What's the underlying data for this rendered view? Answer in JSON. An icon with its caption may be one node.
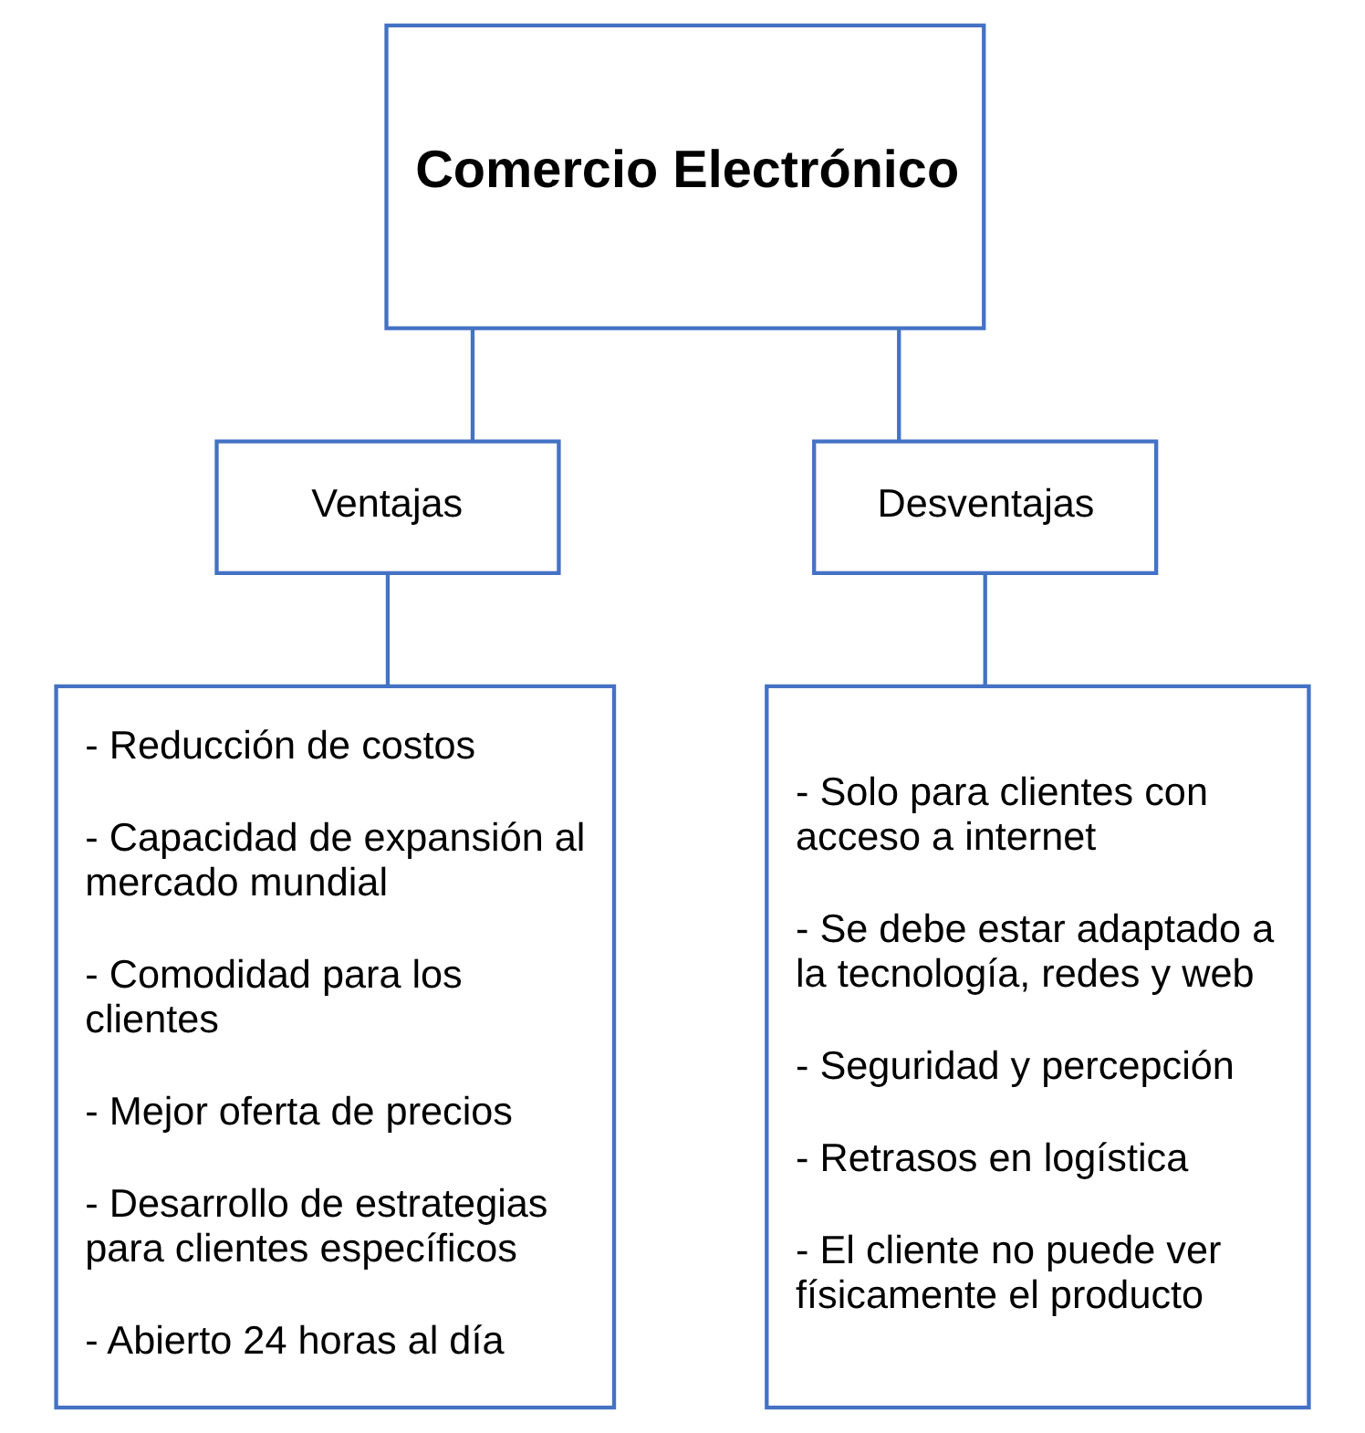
{
  "diagram": {
    "nodes": [
      {
        "text": [
          "Comercio Electrónico"
        ]
      },
      {
        "text": [
          "Ventajas"
        ]
      },
      {
        "text": [
          "Desventajas"
        ]
      },
      {
        "text": [
          "- Reducción de costos",
          "- Capacidad de expansión al mercado mundial",
          "- Comodidad para los clientes",
          "- Mejor oferta de precios",
          "- Desarrollo de estrategias para clientes específicos",
          "- Abierto 24 horas al día"
        ]
      },
      {
        "text": [
          "- Solo para clientes con acceso a internet",
          "- Se debe estar adaptado a la tecnología, redes y web",
          "- Seguridad y percepción",
          "- Retrasos en logística",
          "- El cliente no puede ver físicamente el producto"
        ]
      }
    ],
    "edges": [
      {
        "from": 0,
        "to": 1,
        "arrow": "none"
      },
      {
        "from": 0,
        "to": 2,
        "arrow": "none"
      },
      {
        "from": 1,
        "to": 3,
        "arrow": "none"
      },
      {
        "from": 2,
        "to": 4,
        "arrow": "none"
      }
    ]
  }
}
